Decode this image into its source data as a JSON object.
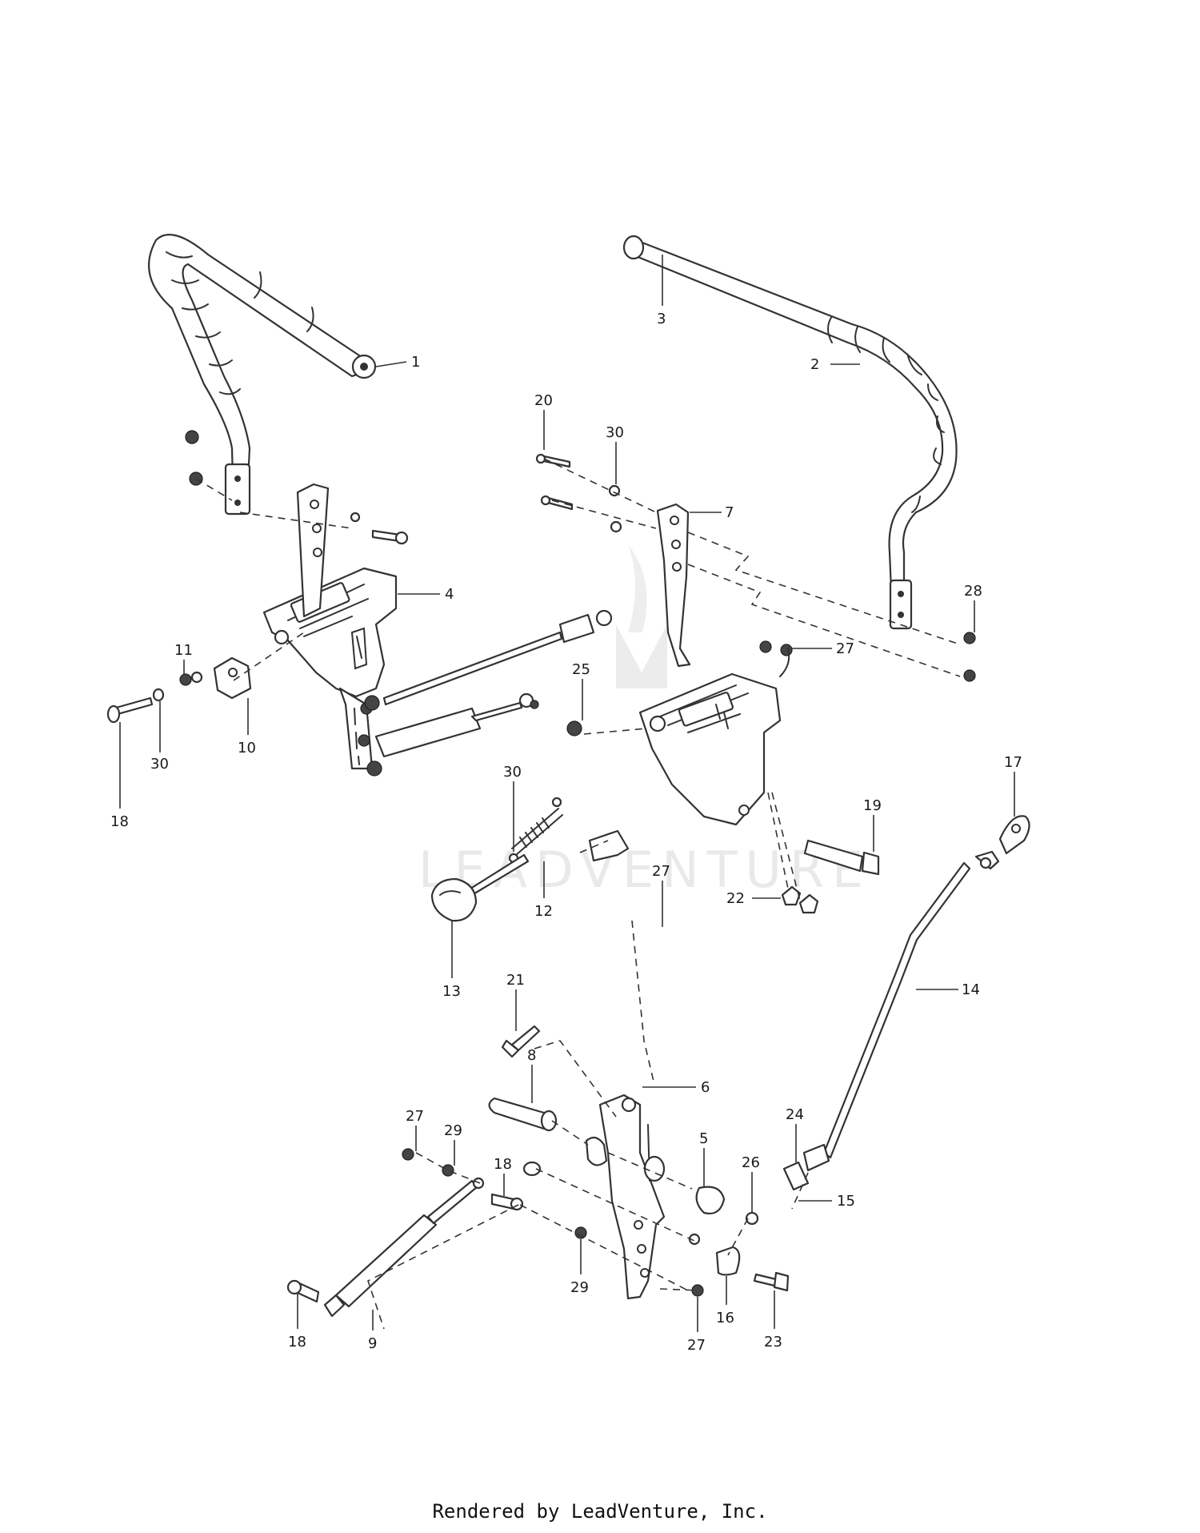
{
  "watermark": {
    "text": "LEADVENTURE"
  },
  "footer": {
    "text": "Rendered by LeadVenture, Inc."
  },
  "callouts": [
    "1",
    "3",
    "2",
    "20",
    "30",
    "7",
    "28",
    "27",
    "4",
    "11",
    "10",
    "30",
    "18",
    "25",
    "17",
    "19",
    "30",
    "12",
    "22",
    "27",
    "13",
    "21",
    "14",
    "8",
    "6",
    "27",
    "29",
    "18",
    "5",
    "24",
    "26",
    "15",
    "29",
    "16",
    "23",
    "18",
    "9",
    "27"
  ]
}
